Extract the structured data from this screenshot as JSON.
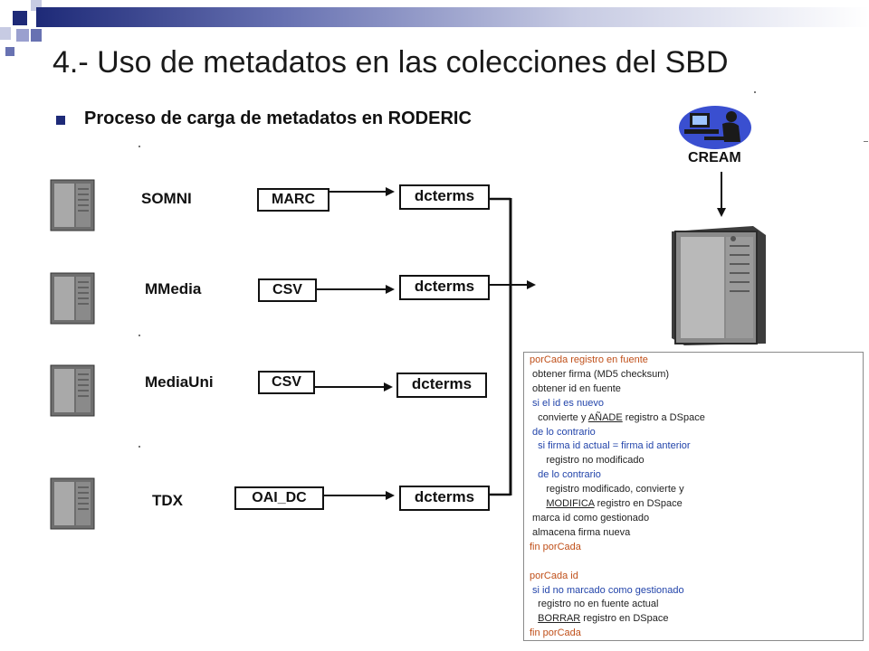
{
  "title": "4.- Uso de metadatos en las colecciones del SBD",
  "subtitle": "Proceso de carga de metadatos en RODERIC",
  "sources": [
    {
      "name": "SOMNI",
      "format": "MARC",
      "target": "dcterms"
    },
    {
      "name": "MMedia",
      "format": "CSV",
      "target": "dcterms"
    },
    {
      "name": "MediaUni",
      "format": "CSV",
      "target": "dcterms"
    },
    {
      "name": "TDX",
      "format": "OAI_DC",
      "target": "dcterms"
    }
  ],
  "cream_label": "CREAM",
  "algorithm": [
    {
      "text": "porCada registro en fuente",
      "color": "orange"
    },
    {
      "text": " obtener firma (MD5 checksum)",
      "color": "black"
    },
    {
      "text": " obtener id en fuente",
      "color": "black"
    },
    {
      "text": " si el id es nuevo",
      "color": "blue"
    },
    {
      "pre": "   convierte y ",
      "u": "AÑADE",
      "post": " registro a DSpace",
      "color": "black"
    },
    {
      "text": " de lo contrario",
      "color": "blue"
    },
    {
      "text": "   si firma id actual = firma id anterior",
      "color": "blue"
    },
    {
      "text": "      registro no modificado",
      "color": "black"
    },
    {
      "text": "   de lo contrario",
      "color": "blue"
    },
    {
      "text": "      registro modificado, convierte y",
      "color": "black"
    },
    {
      "pre": "      ",
      "u": "MODIFICA",
      "post": " registro en DSpace",
      "color": "black"
    },
    {
      "text": " marca id como gestionado",
      "color": "black"
    },
    {
      "text": " almacena firma nueva",
      "color": "black"
    },
    {
      "text": "fin porCada",
      "color": "orange"
    },
    {
      "text": "",
      "color": "black"
    },
    {
      "text": "porCada id",
      "color": "orange"
    },
    {
      "text": " si id no marcado como gestionado",
      "color": "blue"
    },
    {
      "text": "   registro no en fuente actual",
      "color": "black"
    },
    {
      "pre": "   ",
      "u": "BORRAR",
      "post": " registro en DSpace",
      "color": "black"
    },
    {
      "text": "fin porCada",
      "color": "orange"
    }
  ],
  "colors": {
    "accent": "#1e2a78",
    "orange": "#c0501a",
    "blue": "#2244aa"
  }
}
